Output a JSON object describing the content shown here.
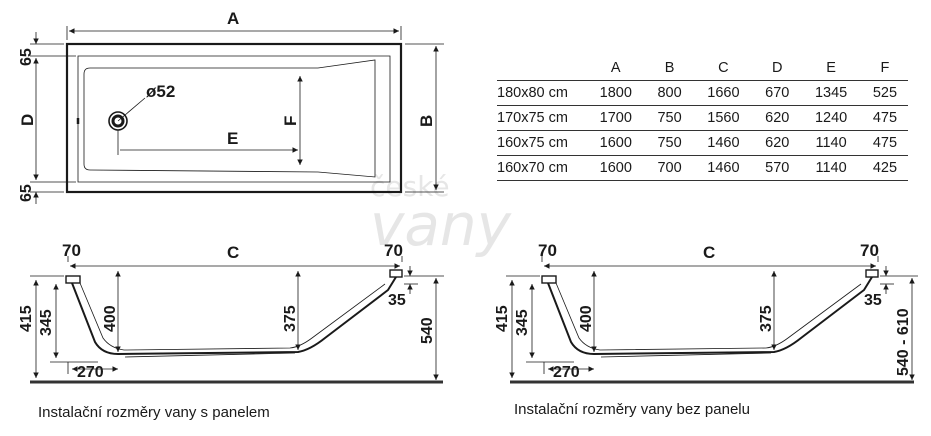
{
  "watermark": {
    "line1": "české",
    "line2": "vany"
  },
  "top_view": {
    "label_a": "A",
    "label_b": "B",
    "label_d": "D",
    "label_e": "E",
    "label_f": "F",
    "label_65_top": "65",
    "label_65_bottom": "65",
    "label_drain": "ø52"
  },
  "table": {
    "headers": [
      "",
      "A",
      "B",
      "C",
      "D",
      "E",
      "F"
    ],
    "rows": [
      [
        "180x80 cm",
        "1800",
        "800",
        "1660",
        "670",
        "1345",
        "525"
      ],
      [
        "170x75 cm",
        "1700",
        "750",
        "1560",
        "620",
        "1240",
        "475"
      ],
      [
        "160x75 cm",
        "1600",
        "750",
        "1460",
        "620",
        "1140",
        "475"
      ],
      [
        "160x70 cm",
        "1600",
        "700",
        "1460",
        "570",
        "1140",
        "425"
      ]
    ]
  },
  "section_with_panel": {
    "label_70_left": "70",
    "label_c": "C",
    "label_70_right": "70",
    "label_415": "415",
    "label_345": "345",
    "label_400": "400",
    "label_375": "375",
    "label_35": "35",
    "label_540": "540",
    "label_270": "270",
    "caption": "Instalační rozměry vany s panelem"
  },
  "section_without_panel": {
    "label_70_left": "70",
    "label_c": "C",
    "label_70_right": "70",
    "label_415": "415",
    "label_345": "345",
    "label_400": "400",
    "label_375": "375",
    "label_35": "35",
    "label_540_610": "540 - 610",
    "label_270": "270",
    "caption": "Instalační rozměry vany bez panelu"
  }
}
